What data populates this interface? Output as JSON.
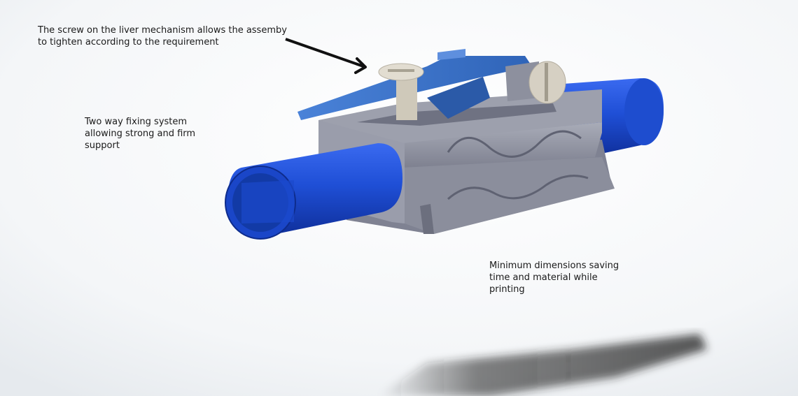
{
  "annotations": {
    "screw": "The screw on the liver mechanism allows the assemby\nto tighten according to the requirement",
    "fixing": "Two way fixing system\nallowing strong and firm\nsupport",
    "dimensions": "Minimum dimensions saving\ntime and material while\nprinting"
  },
  "colors": {
    "tube_blue": "#1f4fd6",
    "lever_blue": "#3f7ad1",
    "clamp_gray": "#8c8f9e",
    "screw_beige": "#d4cfc2",
    "arrow": "#111111"
  },
  "icons": {
    "pointer": "arrow-icon"
  }
}
